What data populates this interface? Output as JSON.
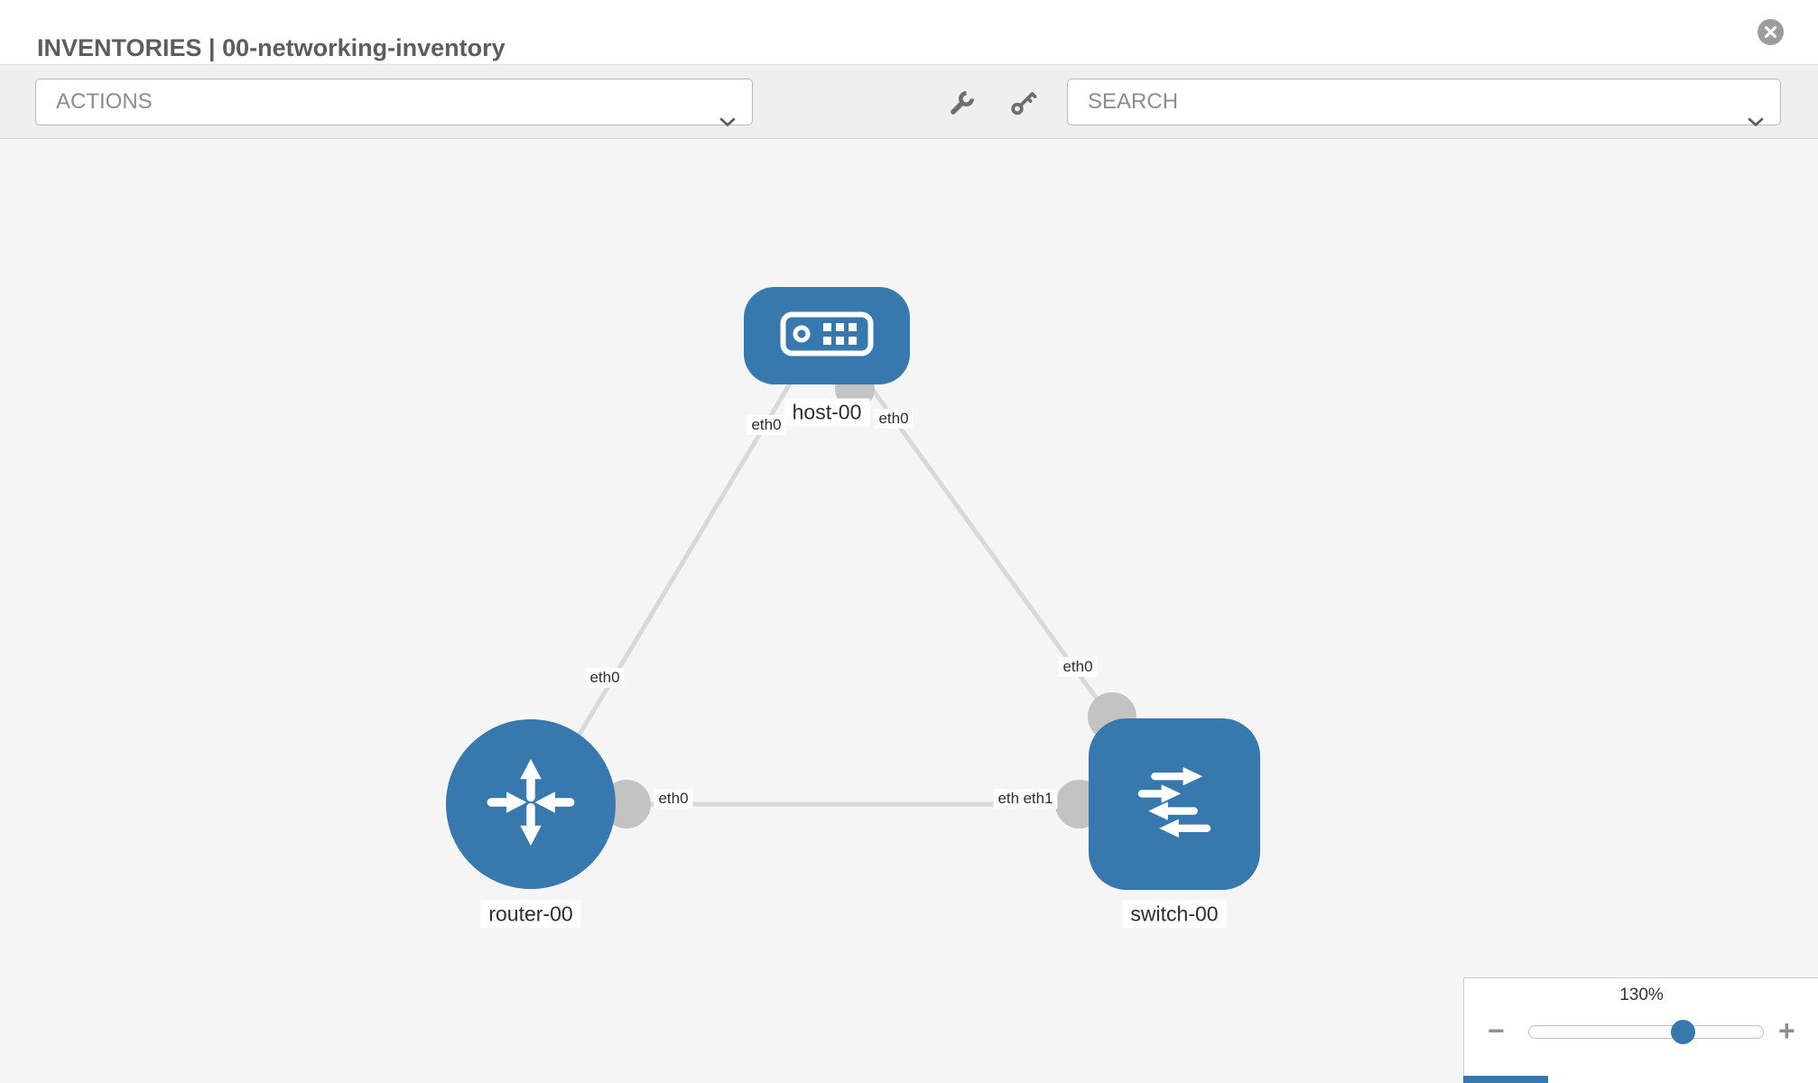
{
  "accent_color": "#3778ae",
  "link_color": "#d9d9d9",
  "header": {
    "title": "INVENTORIES | 00-networking-inventory"
  },
  "toolbar": {
    "actions_label": "ACTIONS",
    "search_label": "SEARCH"
  },
  "canvas": {
    "nodes": [
      {
        "label": "host-00",
        "type": "host"
      },
      {
        "label": "router-00",
        "type": "router"
      },
      {
        "label": "switch-00",
        "type": "switch"
      }
    ],
    "links": [
      {
        "from": "host-00",
        "to": "router-00",
        "from_if": "eth0",
        "to_if": "eth0"
      },
      {
        "from": "host-00",
        "to": "switch-00",
        "from_if": "eth0",
        "to_if": "eth0"
      },
      {
        "from": "router-00",
        "to": "switch-00",
        "from_if": "eth0",
        "to_if": "eth1"
      }
    ]
  },
  "zoom": {
    "level": "130%",
    "minus": "−",
    "plus": "+"
  }
}
